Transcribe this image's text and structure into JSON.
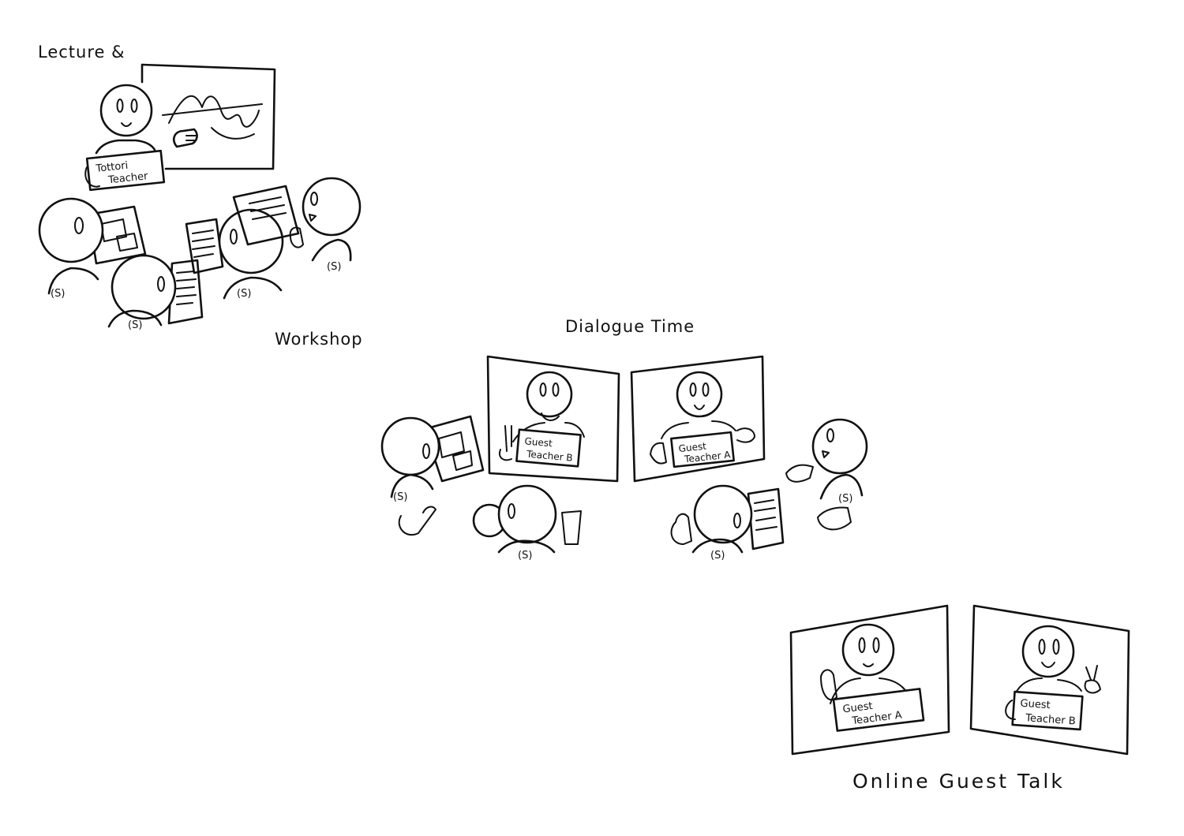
{
  "captions": {
    "lecture_line1": "Lecture &",
    "lecture_line2": "Workshop",
    "dialogue": "Dialogue Time",
    "online": "Online Guest Talk"
  },
  "labels": {
    "tottori_teacher_line1": "Tottori",
    "tottori_teacher_line2": "Teacher",
    "guest_a_line1": "Guest",
    "guest_a_line2": "Teacher A",
    "guest_b_line1": "Guest",
    "guest_b_line2": "Teacher B",
    "student": "(S)"
  }
}
